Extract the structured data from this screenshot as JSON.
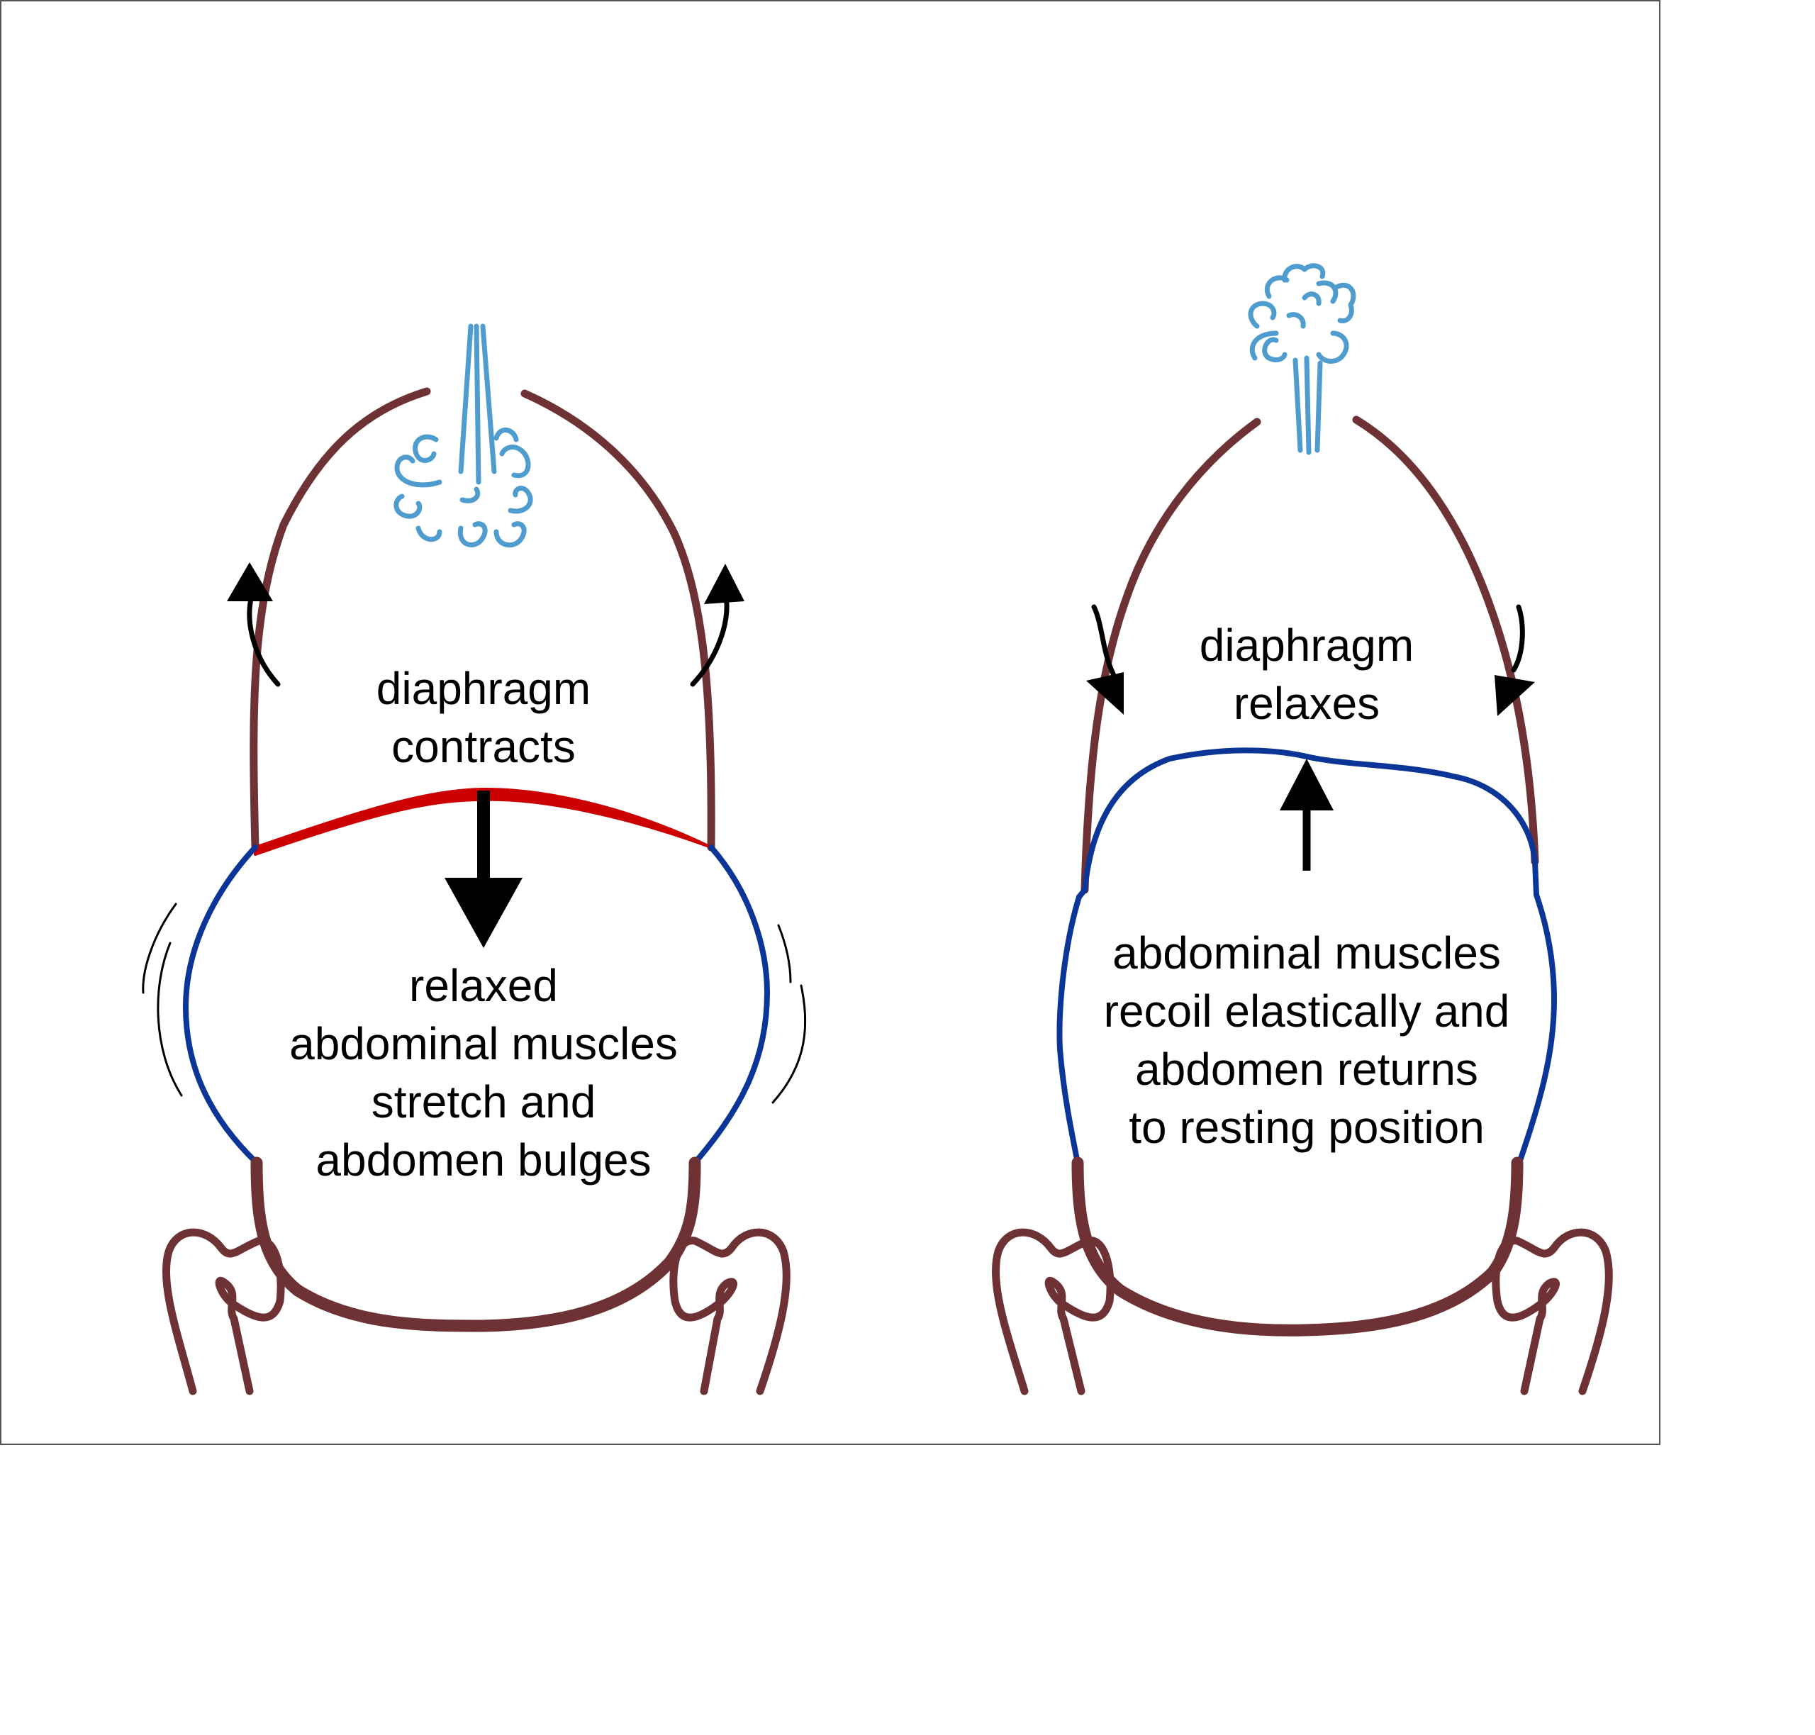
{
  "panels": [
    {
      "label_top": [
        "diaphragm",
        "contracts"
      ],
      "label_bottom": [
        "relaxed",
        "abdominal muscles",
        "stretch and",
        "abdomen bulges"
      ]
    },
    {
      "label_top": [
        "diaphragm",
        "relaxes"
      ],
      "label_bottom": [
        "abdominal muscles",
        "recoil elastically and",
        "abdomen returns",
        "to resting position"
      ]
    }
  ],
  "colors": {
    "body_outline": "#6e3234",
    "abdominal_wall": "#0b3596",
    "diaphragm_contracted": "#cc0000",
    "airflow": "#4f9ccf",
    "arrows": "#000000"
  }
}
